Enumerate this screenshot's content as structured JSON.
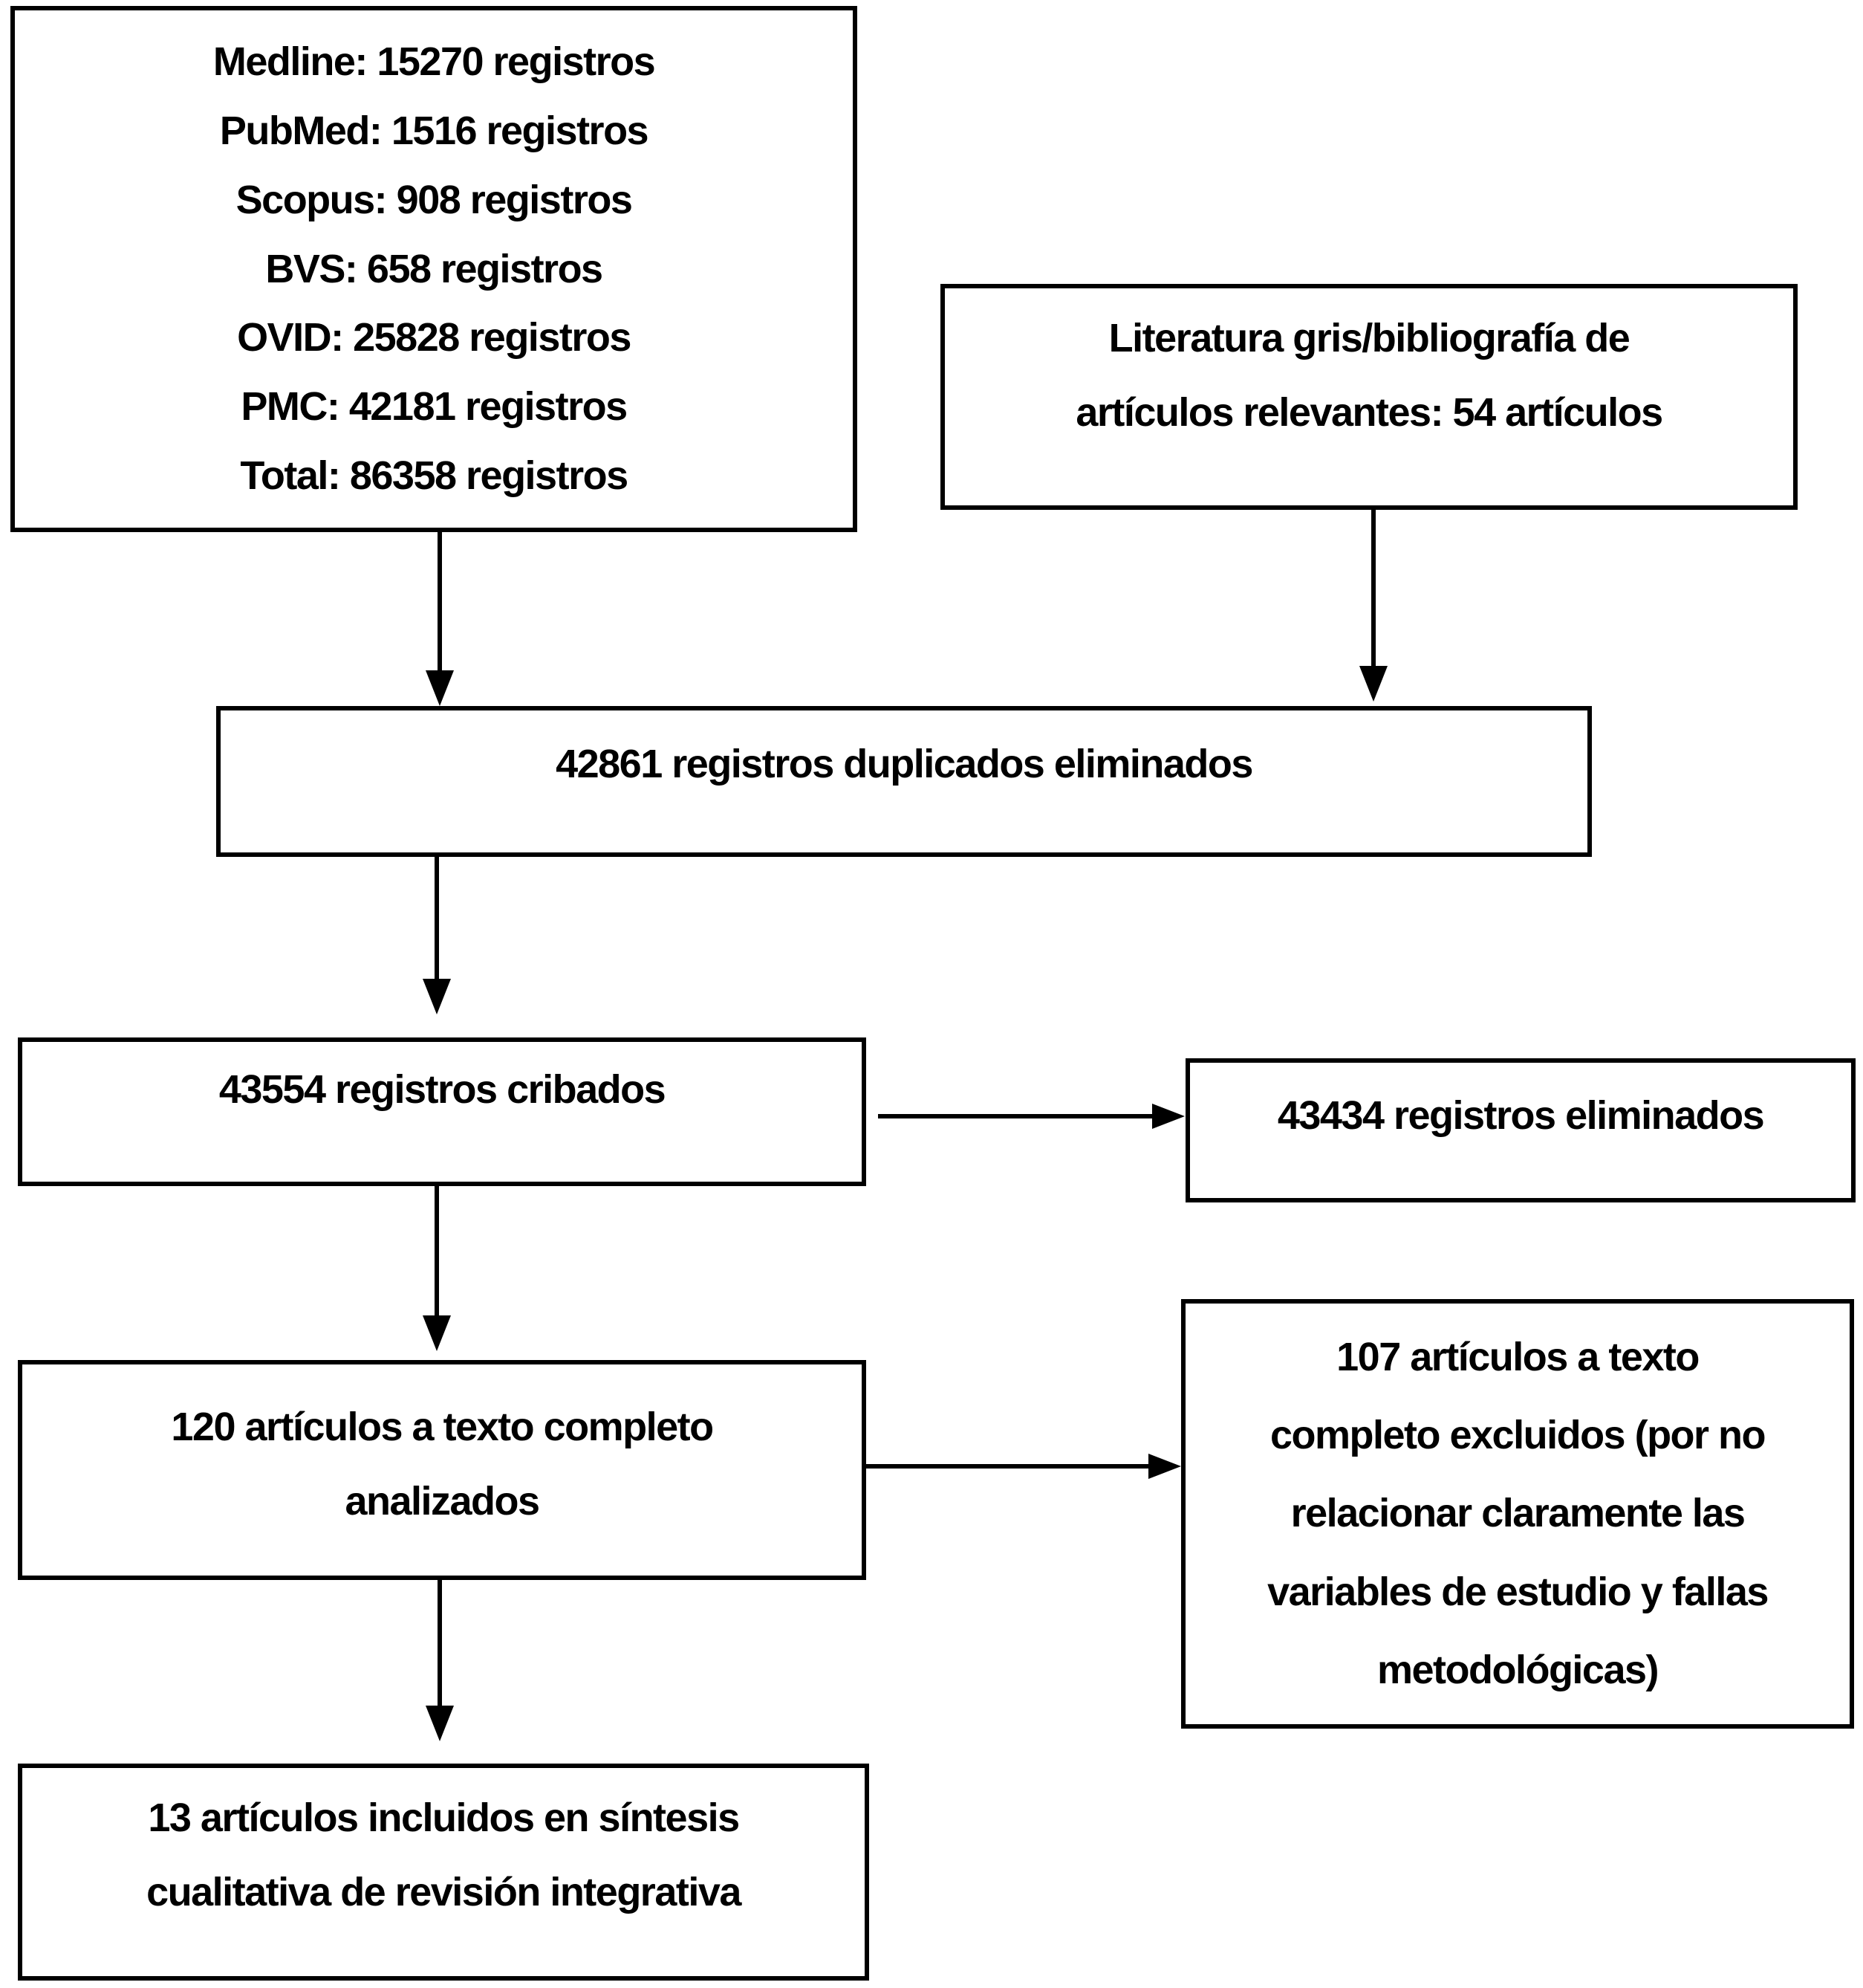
{
  "colors": {
    "background": "#ffffff",
    "border": "#000000",
    "text": "#000000",
    "arrow": "#000000"
  },
  "boxes": {
    "sources": {
      "lines": [
        "Medline: 15270 registros",
        "PubMed: 1516 registros",
        "Scopus: 908 registros",
        "BVS: 658 registros",
        "OVID: 25828 registros",
        "PMC: 42181 registros",
        "Total: 86358 registros"
      ]
    },
    "grey_literature": {
      "lines": [
        "Literatura gris/bibliografía de",
        "artículos relevantes: 54 artículos"
      ]
    },
    "duplicates_removed": {
      "text": "42861 registros duplicados eliminados"
    },
    "screened": {
      "text": "43554 registros cribados"
    },
    "records_excluded": {
      "text": "43434 registros eliminados"
    },
    "fulltext_analyzed": {
      "lines": [
        "120 artículos a texto completo",
        "analizados"
      ]
    },
    "fulltext_excluded": {
      "lines": [
        "107 artículos a texto",
        "completo excluidos (por no",
        "relacionar claramente las",
        "variables de estudio y fallas",
        "metodológicas)"
      ]
    },
    "included": {
      "lines": [
        "13 artículos incluidos en síntesis",
        "cualitativa de revisión integrativa"
      ]
    }
  }
}
